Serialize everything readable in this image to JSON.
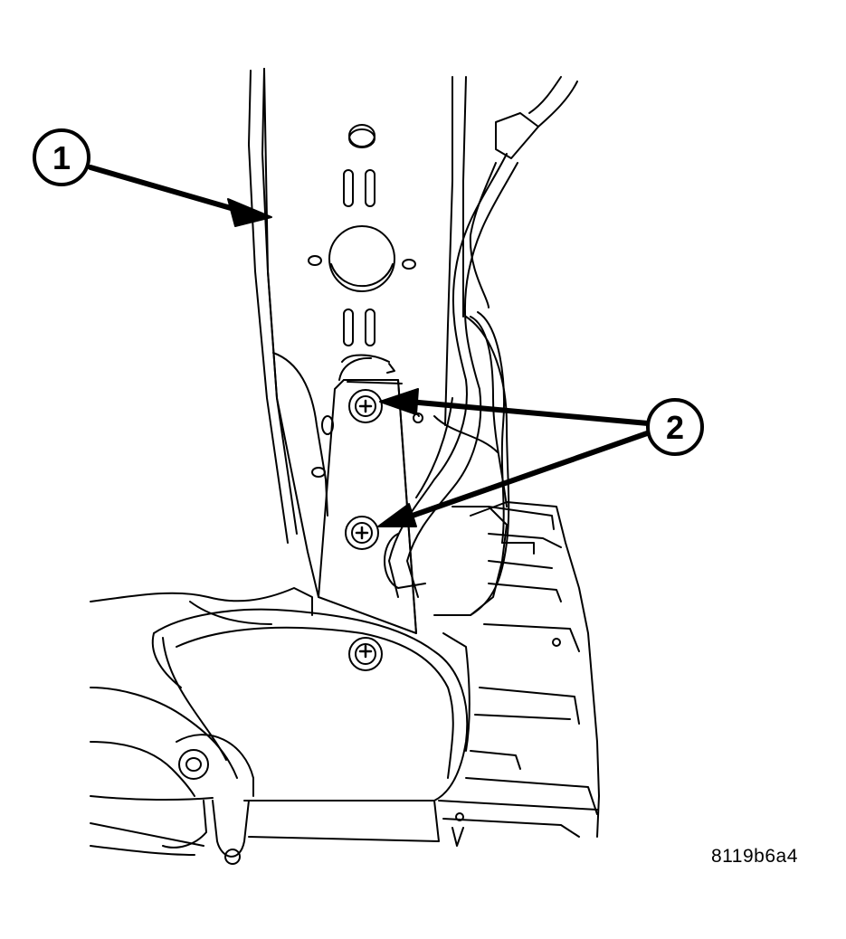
{
  "callouts": [
    {
      "id": "1",
      "label": "1"
    },
    {
      "id": "2",
      "label": "2"
    }
  ],
  "figure_code": "8119b6a4",
  "colors": {
    "stroke": "#000000",
    "fill": "#ffffff"
  }
}
